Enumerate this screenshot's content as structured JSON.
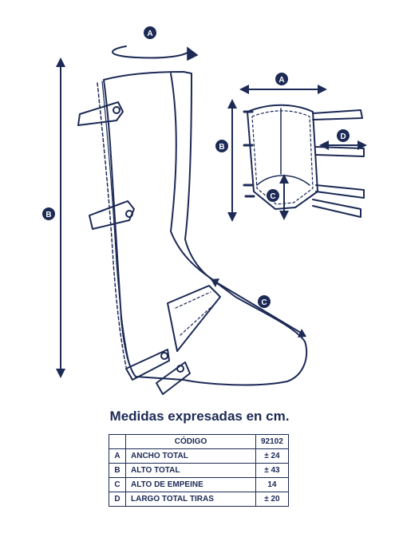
{
  "labels": {
    "a_main": "A",
    "b_main": "B",
    "c_main": "C",
    "a_small": "A",
    "b_small": "B",
    "c_small": "C",
    "d_small": "D"
  },
  "caption": "Medidas expresadas en cm.",
  "table": {
    "header": {
      "key": "",
      "label": "CÓDIGO",
      "value": "92102"
    },
    "rows": [
      {
        "key": "A",
        "label": "ANCHO TOTAL",
        "value": "± 24"
      },
      {
        "key": "B",
        "label": "ALTO TOTAL",
        "value": "± 43"
      },
      {
        "key": "C",
        "label": "ALTO DE EMPEINE",
        "value": "14"
      },
      {
        "key": "D",
        "label": "LARGO TOTAL TIRAS",
        "value": "± 20"
      }
    ]
  },
  "colors": {
    "ink": "#1c2a55",
    "marker_fill": "#1c2a55",
    "marker_text": "#ffffff"
  }
}
